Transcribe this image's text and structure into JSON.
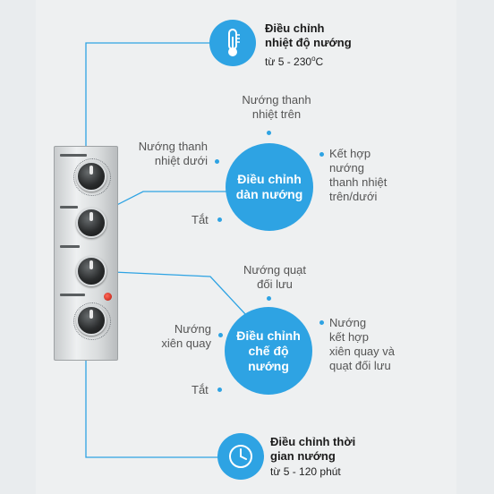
{
  "temperature": {
    "title_line1": "Điều chỉnh",
    "title_line2": "nhiệt độ nướng",
    "range_prefix": "từ 5 - 230",
    "range_unit": "C",
    "degree_mark": "o",
    "icon": "thermometer-icon"
  },
  "heating_element": {
    "circle_line1": "Điều chỉnh",
    "circle_line2": "dàn nướng",
    "options": {
      "top_line1": "Nướng thanh",
      "top_line2": "nhiệt trên",
      "left_line1": "Nướng thanh",
      "left_line2": "nhiệt dưới",
      "right_line1": "Kết hợp",
      "right_line2": "nướng",
      "right_line3": "thanh nhiệt",
      "right_line4": "trên/dưới",
      "off": "Tắt"
    }
  },
  "mode": {
    "circle_line1": "Điều chỉnh",
    "circle_line2": "chế độ",
    "circle_line3": "nướng",
    "options": {
      "top_line1": "Nướng quạt",
      "top_line2": "đối lưu",
      "left_line1": "Nướng",
      "left_line2": "xiên quay",
      "right_line1": "Nướng",
      "right_line2": "kết hợp",
      "right_line3": "xiên quay và",
      "right_line4": "quạt đối lưu",
      "off": "Tắt"
    }
  },
  "timer": {
    "title_line1": "Điều chỉnh thời",
    "title_line2": "gian nướng",
    "range": "từ 5 - 120 phút",
    "icon": "clock-icon"
  },
  "colors": {
    "accent": "#2ea3e3",
    "background": "#eef0f1",
    "heading": "#1b1b1b",
    "option_text": "#555555"
  }
}
